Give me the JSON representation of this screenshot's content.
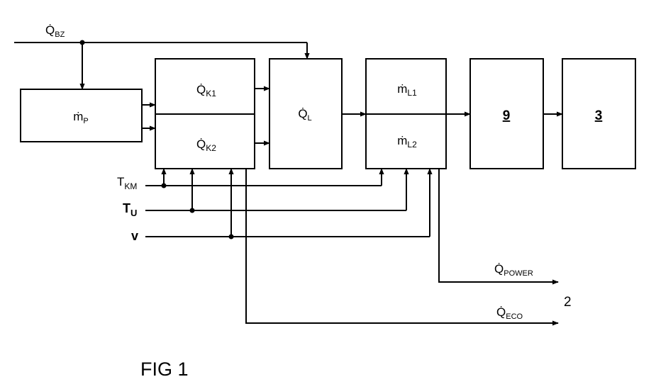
{
  "figure_label": "FIG 1",
  "reference_numeral": "2",
  "inputs": {
    "q_bz": {
      "symbol": "Q̇",
      "sub": "BZ"
    },
    "t_km": {
      "symbol": "T",
      "sub": "KM"
    },
    "t_u": {
      "symbol": "T",
      "sub": "U"
    },
    "v": {
      "symbol": "v"
    }
  },
  "blocks": {
    "m_p": {
      "symbol": "ṁ",
      "sub": "P"
    },
    "q_k1": {
      "symbol": "Q̇",
      "sub": "K1"
    },
    "q_k2": {
      "symbol": "Q̇",
      "sub": "K2"
    },
    "q_l": {
      "symbol": "Q̇",
      "sub": "L"
    },
    "m_l1": {
      "symbol": "ṁ",
      "sub": "L1"
    },
    "m_l2": {
      "symbol": "ṁ",
      "sub": "L2"
    },
    "block_9": {
      "label": "9"
    },
    "block_3": {
      "label": "3"
    }
  },
  "outputs": {
    "q_power": {
      "symbol": "Q̇",
      "sub": "POWER"
    },
    "q_eco": {
      "symbol": "Q̇",
      "sub": "ECO"
    }
  }
}
